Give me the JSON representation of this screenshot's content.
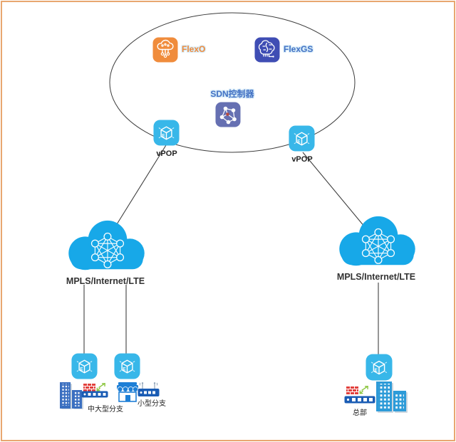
{
  "controller_zone": {
    "flexo_label": "FlexO",
    "flexgs_label": "FlexGS",
    "sdn_label": "SDN控制器"
  },
  "vpops": [
    {
      "label": "vPOP"
    },
    {
      "label": "vPOP"
    }
  ],
  "clouds": [
    {
      "label": "MPLS/Internet/LTE"
    },
    {
      "label": "MPLS/Internet/LTE"
    }
  ],
  "sites": [
    {
      "label": "中大型分支"
    },
    {
      "label": "小型分支"
    },
    {
      "label": "总部"
    }
  ],
  "icons": {
    "cube_letter": "E",
    "flexo": "cloud-tree-icon",
    "flexgs": "brain-icon",
    "sdn": "network-nodes-icon",
    "vpop": "cube-icon",
    "cloud": "cloud-mesh-icon",
    "firewall": "firewall-brick-icon",
    "traffic": "green-arrows-icon",
    "switch": "switch-bar-icon",
    "buildings": "office-buildings-icon",
    "store": "storefront-icon",
    "router": "wireless-router-icon"
  },
  "colors": {
    "border": "#E8A770",
    "line": "#3F3F3F",
    "flexo_bg": "#F08C3C",
    "flexgs_bg": "#3F4DB4",
    "sdn_bg": "#6670B2",
    "vpop_bg": "#38B7E9",
    "cloud": "#17A8E8",
    "building_branch": "#3A6FC0",
    "building_hq": "#2D9BD8",
    "device_bar": "#1A5CB4",
    "firewall": "#E2403C",
    "arrow_green": "#8CC63F",
    "label_blue": "#4472C4",
    "label_dark": "#333333",
    "store_blue": "#1E7FD6"
  }
}
